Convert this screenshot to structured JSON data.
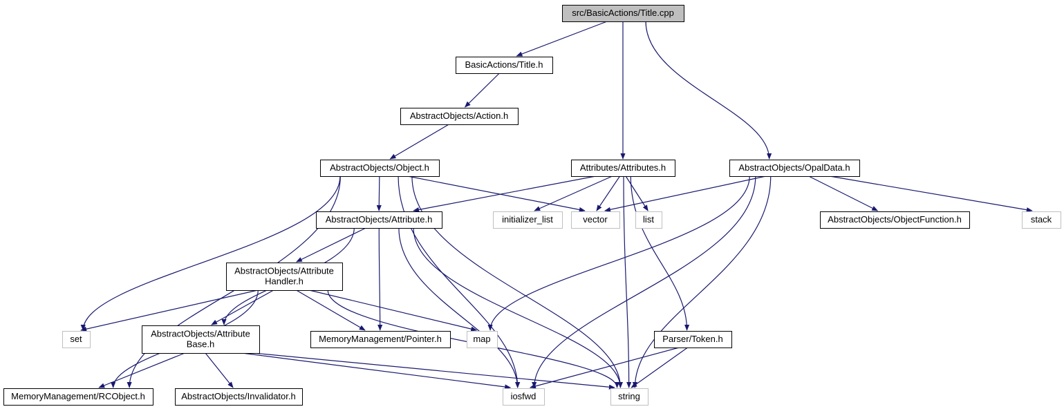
{
  "colors": {
    "edge": "#191970",
    "border": "#000000",
    "border_system": "#bfbfbf",
    "root_fill": "#bfbfbf",
    "fill": "#ffffff"
  },
  "nodes": [
    {
      "id": "title_cpp",
      "lines": [
        "src/BasicActions/Title.cpp"
      ],
      "kind": "root"
    },
    {
      "id": "title_h",
      "lines": [
        "BasicActions/Title.h"
      ],
      "kind": "file"
    },
    {
      "id": "action_h",
      "lines": [
        "AbstractObjects/Action.h"
      ],
      "kind": "file"
    },
    {
      "id": "object_h",
      "lines": [
        "AbstractObjects/Object.h"
      ],
      "kind": "file"
    },
    {
      "id": "attributes_h",
      "lines": [
        "Attributes/Attributes.h"
      ],
      "kind": "file"
    },
    {
      "id": "opaldata_h",
      "lines": [
        "AbstractObjects/OpalData.h"
      ],
      "kind": "file"
    },
    {
      "id": "attribute_h",
      "lines": [
        "AbstractObjects/Attribute.h"
      ],
      "kind": "file"
    },
    {
      "id": "initializer_list",
      "lines": [
        "initializer_list"
      ],
      "kind": "system"
    },
    {
      "id": "vector",
      "lines": [
        "vector"
      ],
      "kind": "system"
    },
    {
      "id": "list",
      "lines": [
        "list"
      ],
      "kind": "system"
    },
    {
      "id": "objectfunction_h",
      "lines": [
        "AbstractObjects/ObjectFunction.h"
      ],
      "kind": "file"
    },
    {
      "id": "stack",
      "lines": [
        "stack"
      ],
      "kind": "system"
    },
    {
      "id": "attrhandler_h",
      "lines": [
        "AbstractObjects/Attribute",
        "Handler.h"
      ],
      "kind": "file"
    },
    {
      "id": "set",
      "lines": [
        "set"
      ],
      "kind": "system"
    },
    {
      "id": "attrbase_h",
      "lines": [
        "AbstractObjects/Attribute",
        "Base.h"
      ],
      "kind": "file"
    },
    {
      "id": "pointer_h",
      "lines": [
        "MemoryManagement/Pointer.h"
      ],
      "kind": "file"
    },
    {
      "id": "map",
      "lines": [
        "map"
      ],
      "kind": "system"
    },
    {
      "id": "token_h",
      "lines": [
        "Parser/Token.h"
      ],
      "kind": "file"
    },
    {
      "id": "rcobject_h",
      "lines": [
        "MemoryManagement/RCObject.h"
      ],
      "kind": "file"
    },
    {
      "id": "invalidator_h",
      "lines": [
        "AbstractObjects/Invalidator.h"
      ],
      "kind": "file"
    },
    {
      "id": "iosfwd",
      "lines": [
        "iosfwd"
      ],
      "kind": "system"
    },
    {
      "id": "string",
      "lines": [
        "string"
      ],
      "kind": "system"
    }
  ],
  "edges": [
    [
      "title_cpp",
      "title_h"
    ],
    [
      "title_cpp",
      "attributes_h"
    ],
    [
      "title_cpp",
      "opaldata_h"
    ],
    [
      "title_h",
      "action_h"
    ],
    [
      "action_h",
      "object_h"
    ],
    [
      "object_h",
      "attribute_h"
    ],
    [
      "object_h",
      "vector"
    ],
    [
      "object_h",
      "set"
    ],
    [
      "object_h",
      "string"
    ],
    [
      "object_h",
      "rcobject_h"
    ],
    [
      "object_h",
      "iosfwd"
    ],
    [
      "attributes_h",
      "attribute_h"
    ],
    [
      "attributes_h",
      "initializer_list"
    ],
    [
      "attributes_h",
      "vector"
    ],
    [
      "attributes_h",
      "list"
    ],
    [
      "attributes_h",
      "token_h"
    ],
    [
      "attributes_h",
      "string"
    ],
    [
      "opaldata_h",
      "vector"
    ],
    [
      "opaldata_h",
      "objectfunction_h"
    ],
    [
      "opaldata_h",
      "stack"
    ],
    [
      "opaldata_h",
      "map"
    ],
    [
      "opaldata_h",
      "iosfwd"
    ],
    [
      "opaldata_h",
      "string"
    ],
    [
      "attribute_h",
      "attrhandler_h"
    ],
    [
      "attribute_h",
      "attrbase_h"
    ],
    [
      "attribute_h",
      "pointer_h"
    ],
    [
      "attribute_h",
      "iosfwd"
    ],
    [
      "attribute_h",
      "string"
    ],
    [
      "attrhandler_h",
      "set"
    ],
    [
      "attrhandler_h",
      "attrbase_h"
    ],
    [
      "attrhandler_h",
      "pointer_h"
    ],
    [
      "attrhandler_h",
      "map"
    ],
    [
      "attrhandler_h",
      "rcobject_h"
    ],
    [
      "attrhandler_h",
      "string"
    ],
    [
      "attrbase_h",
      "rcobject_h"
    ],
    [
      "attrbase_h",
      "invalidator_h"
    ],
    [
      "attrbase_h",
      "iosfwd"
    ],
    [
      "attrbase_h",
      "string"
    ],
    [
      "token_h",
      "iosfwd"
    ],
    [
      "token_h",
      "string"
    ]
  ]
}
